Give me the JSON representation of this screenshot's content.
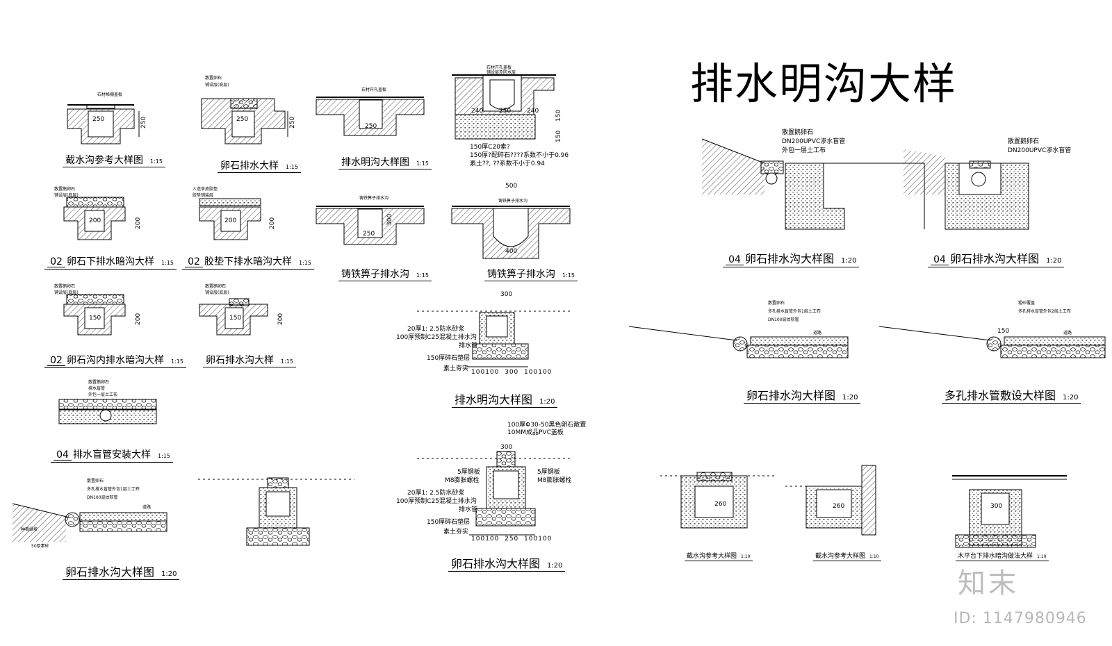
{
  "sheet_title": "排水明沟大样",
  "watermark": {
    "brand": "知末",
    "id": "ID: 1147980946"
  },
  "details": [
    {
      "caption": "截水沟参考大样图",
      "scale": "1:15",
      "callouts": [
        "石材格栅盖板"
      ],
      "dims": [
        "250",
        "250"
      ]
    },
    {
      "caption": "卵石排水大样",
      "scale": "1:15",
      "callouts": [
        "散置卵石",
        "铺设层(底层)"
      ],
      "dims": [
        "250",
        "250"
      ]
    },
    {
      "caption": "排水明沟大样图",
      "scale": "1:15",
      "callouts": [
        "石材开孔盖板"
      ],
      "dims": [
        "250"
      ]
    },
    {
      "caption": "",
      "scale": "",
      "callouts": [
        "石材开孔盖板",
        "铺设层及防水层"
      ],
      "dims": [
        "240",
        "250",
        "240",
        "150",
        "150"
      ],
      "notes": [
        "150厚C20素?",
        "150厚?配碎石????系数不小于0.96",
        "素土??, ??系数不小于0.94"
      ]
    },
    {
      "number": "02",
      "caption": "卵石下排水暗沟大样",
      "scale": "1:15",
      "callouts": [
        "散置鹅卵石",
        "铺设层(底层)"
      ],
      "dims": [
        "200",
        "200"
      ]
    },
    {
      "number": "02",
      "caption": "胶垫下排水暗沟大样",
      "scale": "1:15",
      "callouts": [
        "人造草皮胶垫",
        "胶垫铺装层"
      ],
      "dims": [
        "200",
        "200"
      ]
    },
    {
      "caption": "铸铁箅子排水沟",
      "scale": "1:15",
      "callouts": [
        "铸铁箅子排水沟"
      ],
      "dims": [
        "250",
        "300"
      ]
    },
    {
      "caption": "铸铁箅子排水沟",
      "scale": "1:15",
      "callouts": [
        "铸铁箅子排水沟"
      ],
      "dims": [
        "500",
        "400"
      ]
    },
    {
      "number": "02",
      "caption": "卵石沟内排水暗沟大样",
      "scale": "1:15",
      "callouts": [
        "散置鹅卵石",
        "铺设层(底层)"
      ],
      "dims": [
        "150",
        "200"
      ]
    },
    {
      "caption": "卵石排水沟大样",
      "scale": "1:15",
      "callouts": [
        "散置鹅卵石",
        "铺设层(底层)"
      ],
      "dims": [
        "150",
        "200"
      ]
    },
    {
      "number": "04",
      "caption": "排水盲管安装大样",
      "scale": "1:15",
      "callouts": [
        "散置鹅卵石",
        "排水盲管",
        "外包一层土工布"
      ]
    },
    {
      "caption": "排水明沟大样图",
      "scale": "1:20",
      "top_dim": "300",
      "layers": [
        "20厚1: 2.5防水砂浆",
        "100厚预制C25混凝土排水沟",
        "排水管",
        "150厚碎石垫层",
        "素土夯实"
      ],
      "bottom_dims": [
        "100",
        "100",
        "300",
        "100",
        "100"
      ]
    },
    {
      "caption": "卵石排水沟大样图",
      "scale": "1:20",
      "top_dim": "300",
      "top_notes": [
        "100厚Φ30-50黑色卵石散置",
        "10MM成品PVC盖板"
      ],
      "left_layers": [
        "5厚钢板",
        "M8膨胀螺栓",
        "20厚1: 2.5防水砂浆",
        "100厚预制C25混凝土排水沟",
        "排水管",
        "150厚碎石垫层",
        "素土夯实"
      ],
      "right_layers": [
        "5厚钢板",
        "M8膨胀螺栓"
      ],
      "bottom_dims": [
        "100",
        "100",
        "250",
        "100",
        "100"
      ]
    },
    {
      "caption": "卵石排水沟大样图",
      "scale": "1:20",
      "callouts": [
        "散置卵石",
        "多孔排水盲管外包1层土工布",
        "DN100波纹软管",
        "道路",
        "种植绿坡",
        "50厚素砼"
      ]
    },
    {
      "number": "04",
      "caption": "卵石排水沟大样图",
      "scale": "1:20",
      "callouts": [
        "散置鹅卵石",
        "DN200UPVC渗水盲管",
        "外包一层土工布"
      ]
    },
    {
      "number": "04",
      "caption": "卵石排水沟大样图",
      "scale": "1:20",
      "callouts": [
        "散置鹅卵石",
        "DN200UPVC渗水盲管"
      ]
    },
    {
      "caption": "卵石排水沟大样图",
      "scale": "1:20",
      "callouts": [
        "散置卵石",
        "多孔排水盲管外包1层土工布",
        "DN100波纹软管",
        "道路"
      ]
    },
    {
      "caption": "多孔排水管敷设大样图",
      "scale": "1:20",
      "callouts": [
        "粗砂覆盖",
        "多孔排水盲管外包2层土工布",
        "道路"
      ],
      "dims": [
        "150"
      ]
    },
    {
      "caption": "截水沟参考大样图",
      "scale": "1:10",
      "dims": [
        "260"
      ]
    },
    {
      "caption": "截水沟参考大样图",
      "scale": "1:10",
      "dims": [
        "260"
      ]
    },
    {
      "caption": "木平台下排水暗沟做法大样",
      "scale": "1:10",
      "dims": [
        "300"
      ]
    }
  ]
}
